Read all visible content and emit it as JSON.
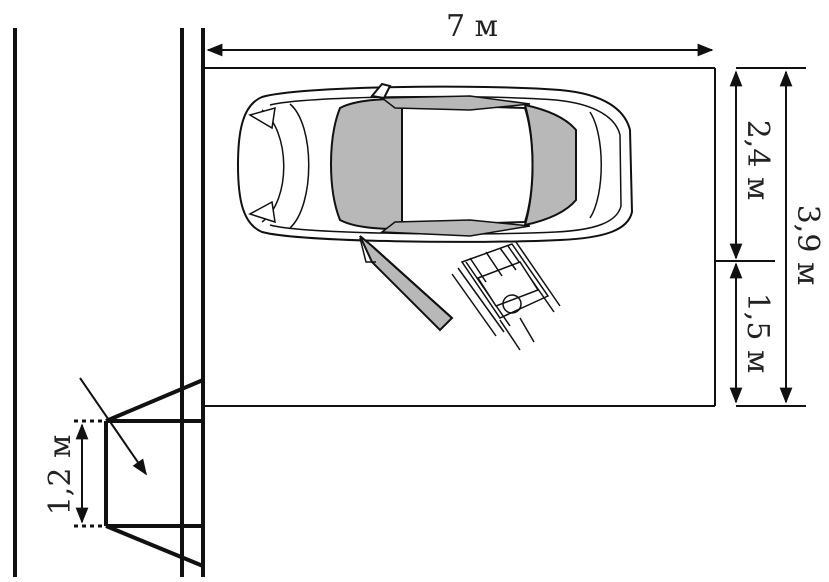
{
  "diagram": {
    "labels": {
      "length": "7 м",
      "car_width": "2,4 м",
      "aisle_width": "1,5 м",
      "total_width": "3,9 м",
      "ramp_width": "1,2 м"
    },
    "icons": [
      "car-icon",
      "wheelchair-icon",
      "car-door-icon",
      "direction-arrow-icon"
    ],
    "colors": {
      "line": "#111111",
      "window": "#b8b8b8",
      "background": "#ffffff"
    }
  }
}
